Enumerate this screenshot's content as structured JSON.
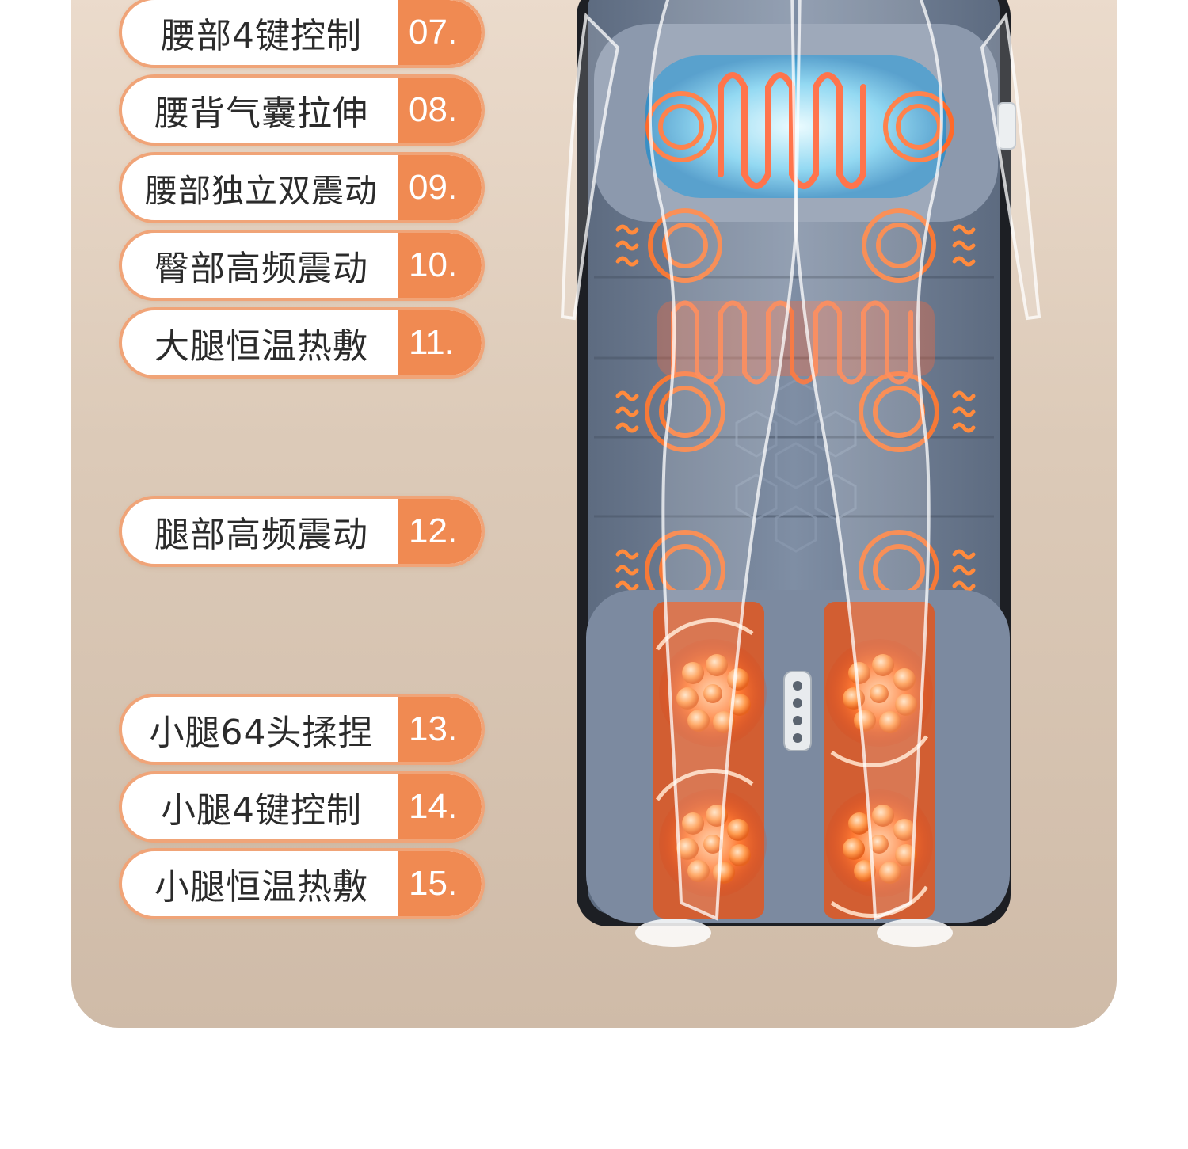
{
  "features": [
    {
      "label": "腰部4键控制",
      "num": "07."
    },
    {
      "label": "腰背气囊拉伸",
      "num": "08."
    },
    {
      "label": "腰部独立双震动",
      "num": "09."
    },
    {
      "label": "臀部高频震动",
      "num": "10."
    },
    {
      "label": "大腿恒温热敷",
      "num": "11."
    },
    {
      "label": "腿部高频震动",
      "num": "12."
    },
    {
      "label": "小腿64头揉捏",
      "num": "13."
    },
    {
      "label": "小腿4键控制",
      "num": "14."
    },
    {
      "label": "小腿恒温热敷",
      "num": "15."
    }
  ],
  "colors": {
    "accent": "#f08a52",
    "accent_border": "#f0a478",
    "panel_top": "#ecdccd",
    "panel_bottom": "#cfbba8",
    "mat": "#6f7f95",
    "heat": "#ff6a2a"
  }
}
